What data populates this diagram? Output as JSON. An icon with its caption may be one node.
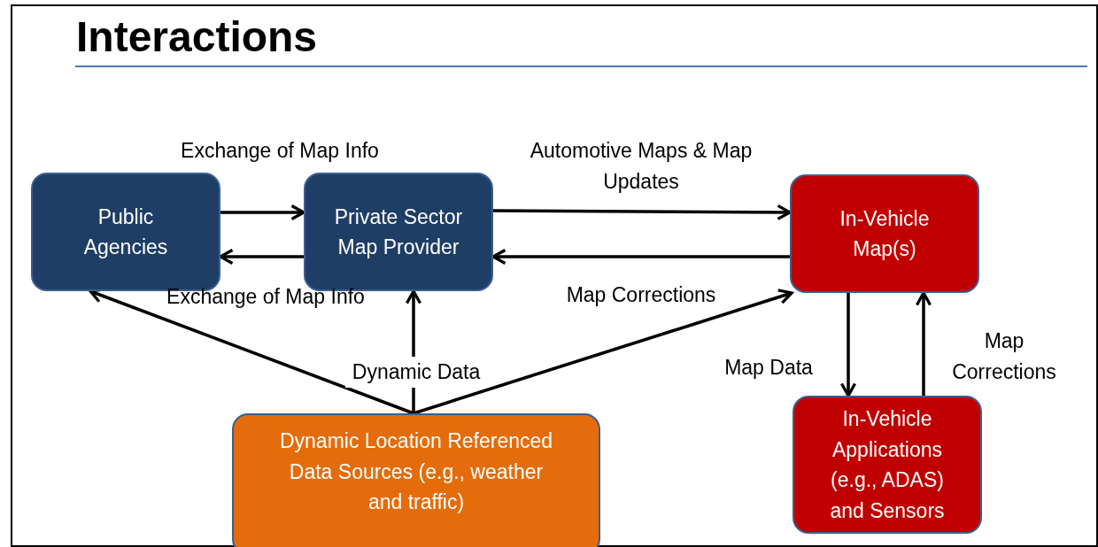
{
  "diagram": {
    "title": "Interactions",
    "nodes": [
      {
        "text": [
          "Public Agencies"
        ]
      },
      {
        "text": [
          "Private Sector Map Provider"
        ]
      },
      {
        "text": [
          "In-Vehicle Map(s)"
        ]
      },
      {
        "text": [
          "Dynamic Location Referenced Data Sources (e.g., weather and traffic)"
        ]
      },
      {
        "text": [
          "In-Vehicle Applications (e.g., ADAS) and Sensors"
        ]
      }
    ],
    "edges": [
      {
        "from": 0,
        "to": 1,
        "arrow": "to",
        "label": "Exchange of Map Info"
      },
      {
        "from": 1,
        "to": 0,
        "arrow": "to",
        "label": "Exchange of Map Info"
      },
      {
        "from": 1,
        "to": 2,
        "arrow": "to",
        "label": "Automotive Maps & Map Updates"
      },
      {
        "from": 2,
        "to": 1,
        "arrow": "to",
        "label": "Map Corrections"
      },
      {
        "from": 3,
        "to": 0,
        "arrow": "to"
      },
      {
        "from": 3,
        "to": 1,
        "arrow": "to",
        "label": "Dynamic Data"
      },
      {
        "from": 3,
        "to": 2,
        "arrow": "to"
      },
      {
        "from": 2,
        "to": 4,
        "arrow": "to",
        "label": "Map Data"
      },
      {
        "from": 4,
        "to": 2,
        "arrow": "to",
        "label": "Map Corrections"
      }
    ]
  }
}
